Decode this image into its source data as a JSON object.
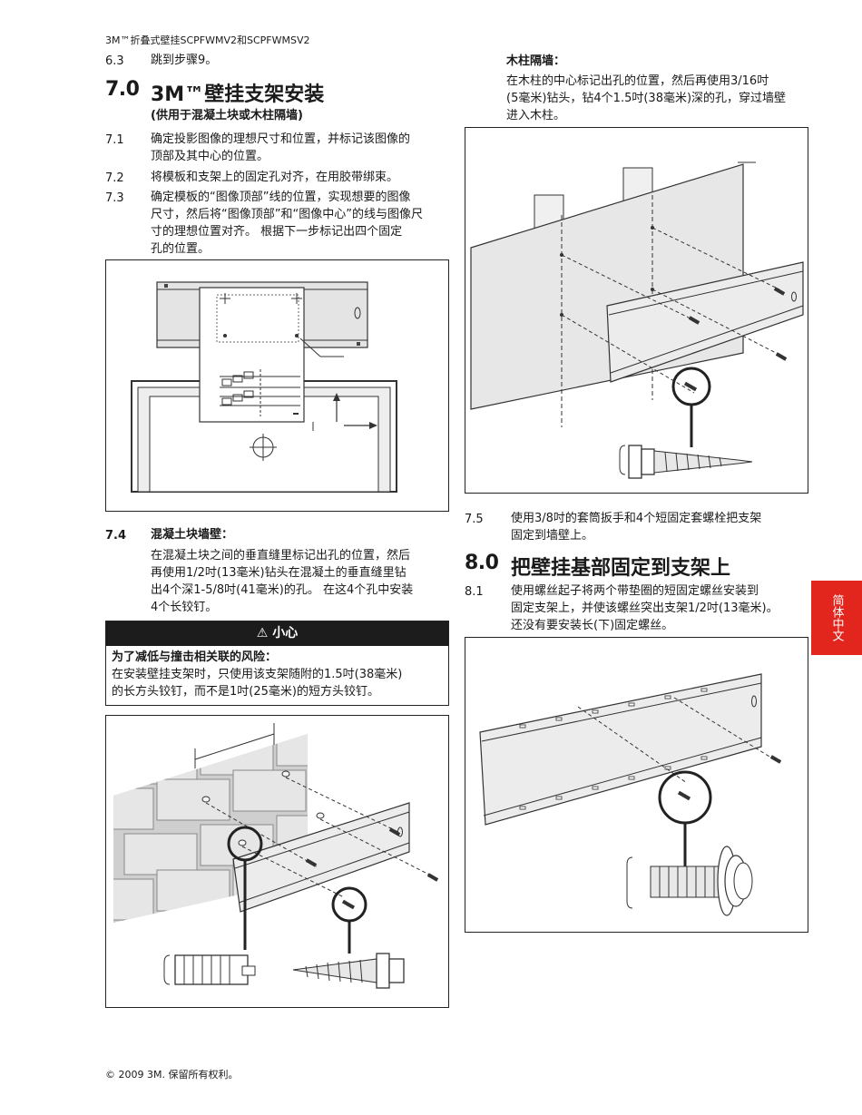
{
  "header": {
    "title": "3M™折叠式壁挂SCPFWMV2和SCPFWMSV2"
  },
  "left": {
    "s63": {
      "num": "6.3",
      "text": "跳到步骤9。"
    },
    "h7": {
      "num": "7.0",
      "title": "3M™壁挂支架安装",
      "sub": "(供用于混凝土块或木柱隔墙)"
    },
    "s71": {
      "num": "7.1",
      "l1": "确定投影图像的理想尺寸和位置，并标记该图像的",
      "l2": "顶部及其中心的位置。"
    },
    "s72": {
      "num": "7.2",
      "l1": "将模板和支架上的固定孔对齐，在用胶带绑束。"
    },
    "s73": {
      "num": "7.3",
      "l1": "确定模板的“图像顶部”线的位置，实现想要的图像",
      "l2": "尺寸，然后将“图像顶部”和“图像中心”的线与图像尺",
      "l3": "寸的理想位置对齐。 根据下一步标记出四个固定",
      "l4": "孔的位置。"
    },
    "s74": {
      "num": "7.4",
      "title": "混凝土块墙壁：",
      "l1": "在混凝土块之间的垂直缝里标记出孔的位置，然后",
      "l2": "再使用1/2吋(13毫米)钻头在混凝土的垂直缝里钻",
      "l3": "出4个深1-5/8吋(41毫米)的孔。 在这4个孔中安装",
      "l4": "4个长铰钉。"
    },
    "caution": {
      "head": "⚠ 小心",
      "b1": "为了减低与撞击相关联的风险：",
      "b2": "在安装壁挂支架时，只使用该支架随附的1.5吋(38毫米)",
      "b3": "的长方头铰钉，而不是1吋(25毫米)的短方头铰钉。"
    }
  },
  "right": {
    "wood": {
      "title": "木柱隔墙：",
      "l1": "在木柱的中心标记出孔的位置，然后再使用3/16吋",
      "l2": "(5毫米)钻头，钻4个1.5吋(38毫米)深的孔，穿过墙壁",
      "l3": "进入木柱。"
    },
    "s75": {
      "num": "7.5",
      "l1": "使用3/8吋的套筒扳手和4个短固定套螺栓把支架",
      "l2": "固定到墙壁上。"
    },
    "h8": {
      "num": "8.0",
      "title": "把壁挂基部固定到支架上"
    },
    "s81": {
      "num": "8.1",
      "l1": "使用螺丝起子将两个带垫圈的短固定螺丝安装到",
      "l2": "固定支架上，并使该螺丝突出支架1/2吋(13毫米)。",
      "l3": "还没有要安装长(下)固定螺丝。"
    }
  },
  "lang_tab": {
    "label": "简体中文",
    "color": "#e2261d"
  },
  "footer": {
    "text": "© 2009 3M. 保留所有权利。"
  }
}
